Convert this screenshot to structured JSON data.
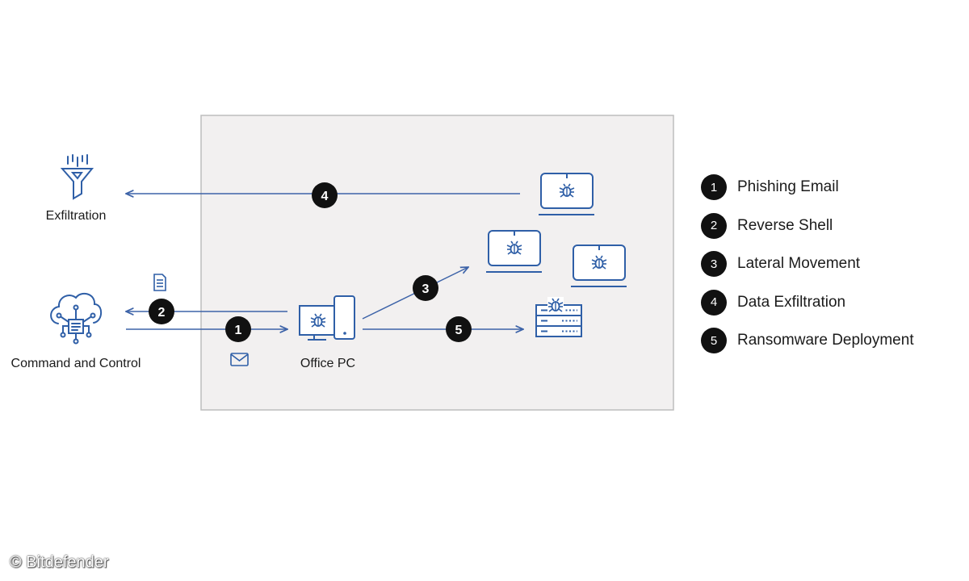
{
  "nodes": {
    "exfiltration": {
      "label": "Exfiltration",
      "icon": "funnel-icon"
    },
    "command_and_control": {
      "label": "Command and Control",
      "icon": "cloud-network-icon"
    },
    "office_pc": {
      "label": "Office PC",
      "icon": "infected-computer-icon"
    },
    "infected_laptop_top": {
      "icon": "infected-laptop-icon"
    },
    "infected_laptop_middle": {
      "icon": "infected-laptop-icon"
    },
    "infected_laptop_right": {
      "icon": "infected-laptop-icon"
    },
    "infected_server": {
      "icon": "infected-server-icon"
    }
  },
  "attachments": {
    "document": {
      "icon": "document-icon"
    },
    "email": {
      "icon": "envelope-icon"
    }
  },
  "steps": [
    {
      "number": "1",
      "label": "Phishing Email"
    },
    {
      "number": "2",
      "label": "Reverse Shell"
    },
    {
      "number": "3",
      "label": "Lateral Movement"
    },
    {
      "number": "4",
      "label": "Data Exfiltration"
    },
    {
      "number": "5",
      "label": "Ransomware Deployment"
    }
  ],
  "copyright": "© Bitdefender",
  "colors": {
    "icon_blue": "#2f5fa7",
    "arrow_blue": "#3d63a8",
    "network_panel": "#f2f0f0",
    "panel_border": "#bdbdbd",
    "badge": "#111111"
  }
}
